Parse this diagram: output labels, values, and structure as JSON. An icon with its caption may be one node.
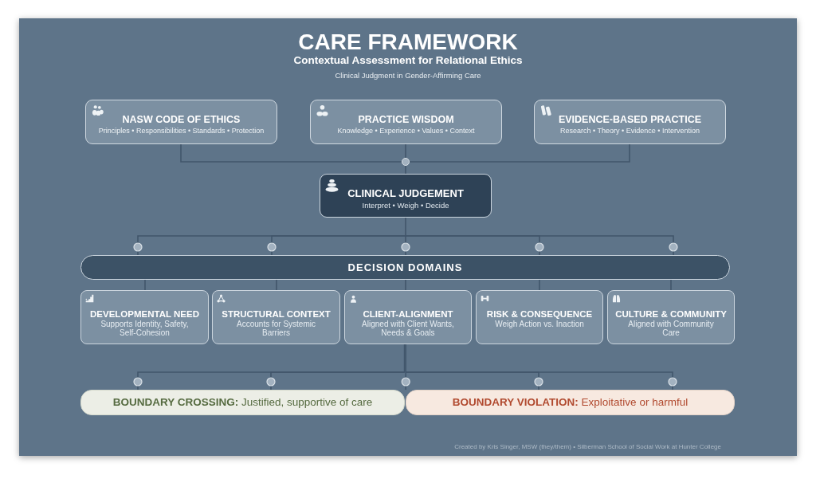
{
  "diagram": {
    "title": "CARE FRAMEWORK",
    "nodes": [
      {
        "text": [
          "NASW CODE OF ETHICS",
          "Principles • Responsibilities • Standards • Protection"
        ]
      },
      {
        "text": [
          "PRACTICE WISDOM",
          "Knowledge • Experience • Values • Context"
        ]
      },
      {
        "text": [
          "EVIDENCE-BASED PRACTICE",
          "Research • Theory • Evidence • Intervention"
        ]
      },
      {
        "text": [],
        "shape": "circle"
      },
      {
        "text": [
          "CLINICAL JUDGEMENT",
          "Interpret • Weigh • Decide"
        ]
      },
      {
        "text": [
          "DECISION DOMAINS"
        ]
      },
      {
        "text": [
          "DEVELOPMENTAL NEED",
          "Supports Identity, Safety, Self-Cohesion"
        ]
      },
      {
        "text": [
          "STRUCTURAL CONTEXT",
          "Accounts for Systemic Barriers"
        ]
      },
      {
        "text": [
          "CLIENT-ALIGNMENT",
          "Aligned with Client Wants, Needs & Goals"
        ]
      },
      {
        "text": [
          "RISK & CONSEQUENCE",
          "Weigh Action vs. Inaction"
        ]
      },
      {
        "text": [
          "CULTURE & COMMUNITY",
          "Aligned with Community Care"
        ]
      },
      {
        "text": [
          "**BOUNDARY CROSSING:** Justified, supportive of care"
        ]
      },
      {
        "text": [
          "**BOUNDARY VIOLATION:** Exploitative or harmful"
        ]
      }
    ],
    "edges": [
      {
        "from": 0,
        "to": 3,
        "arrow": "none"
      },
      {
        "from": 1,
        "to": 3,
        "arrow": "none"
      },
      {
        "from": 2,
        "to": 3,
        "arrow": "none"
      },
      {
        "from": 3,
        "to": 4,
        "arrow": "none"
      },
      {
        "from": 4,
        "to": 5,
        "arrow": "other"
      },
      {
        "from": 5,
        "to": 6,
        "arrow": "none"
      },
      {
        "from": 5,
        "to": 7,
        "arrow": "none"
      },
      {
        "from": 5,
        "to": 8,
        "arrow": "none"
      },
      {
        "from": 5,
        "to": 9,
        "arrow": "none"
      },
      {
        "from": 5,
        "to": 10,
        "arrow": "none"
      },
      {
        "from": 8,
        "to": 11,
        "arrow": "other"
      },
      {
        "from": 8,
        "to": 12,
        "arrow": "other"
      }
    ],
    "labels": [
      "Contextual Assessment for Relational Ethics",
      "Clinical Judgment in Gender-Affirming Care",
      "Created by Kris Singer, MSW (they/them) • Silberman School of Social Work at Hunter College"
    ]
  }
}
